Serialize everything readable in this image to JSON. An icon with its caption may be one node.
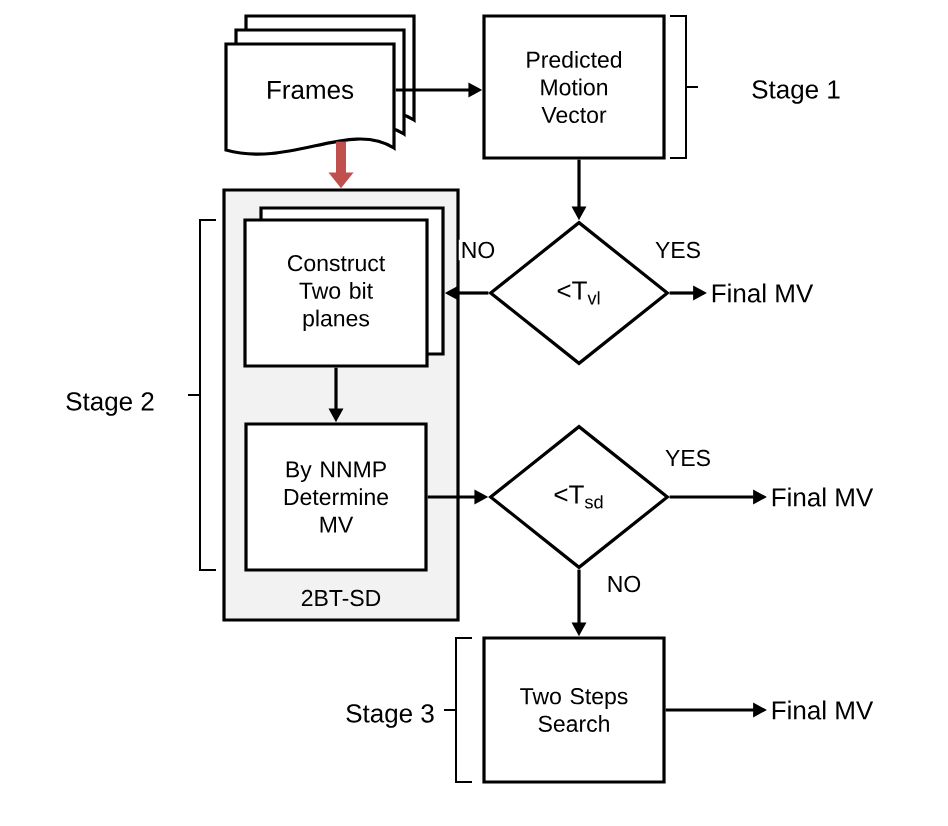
{
  "diagram": {
    "nodes": [
      {
        "text": [
          "Frames"
        ]
      },
      {
        "text": [
          "Predicted Motion Vector"
        ]
      },
      {
        "text": [
          "2BT-SD"
        ]
      },
      {
        "text": [
          "Construct Two bit planes"
        ],
        "in": 2
      },
      {
        "text": [
          "By NNMP Determine MV"
        ],
        "in": 2
      },
      {
        "text": [
          "<T$_{vl}$"
        ]
      },
      {
        "text": [
          "Final MV"
        ]
      },
      {
        "text": [
          "<T$_{sd}$"
        ]
      },
      {
        "text": [
          "Final MV"
        ]
      },
      {
        "text": [
          "Two Steps Search"
        ]
      },
      {
        "text": [
          "Final MV"
        ]
      }
    ],
    "edges": [
      {
        "from": 0,
        "to": 1,
        "arrow": "to"
      },
      {
        "from": 0,
        "to": 2,
        "arrow": "to",
        "style": "thick",
        "color": "#c0504d"
      },
      {
        "from": 1,
        "to": 5,
        "arrow": "to"
      },
      {
        "from": 5,
        "to": 3,
        "arrow": "to",
        "label": "NO"
      },
      {
        "from": 5,
        "to": 6,
        "arrow": "to",
        "label": "YES"
      },
      {
        "from": 3,
        "to": 4,
        "arrow": "to"
      },
      {
        "from": 4,
        "to": 7,
        "arrow": "to"
      },
      {
        "from": 7,
        "to": 8,
        "arrow": "to",
        "label": "YES"
      },
      {
        "from": 7,
        "to": 9,
        "arrow": "to",
        "label": "NO"
      },
      {
        "from": 9,
        "to": 10,
        "arrow": "to"
      }
    ],
    "labels": [
      "Stage 1",
      "Stage 2",
      "Stage 3"
    ]
  }
}
